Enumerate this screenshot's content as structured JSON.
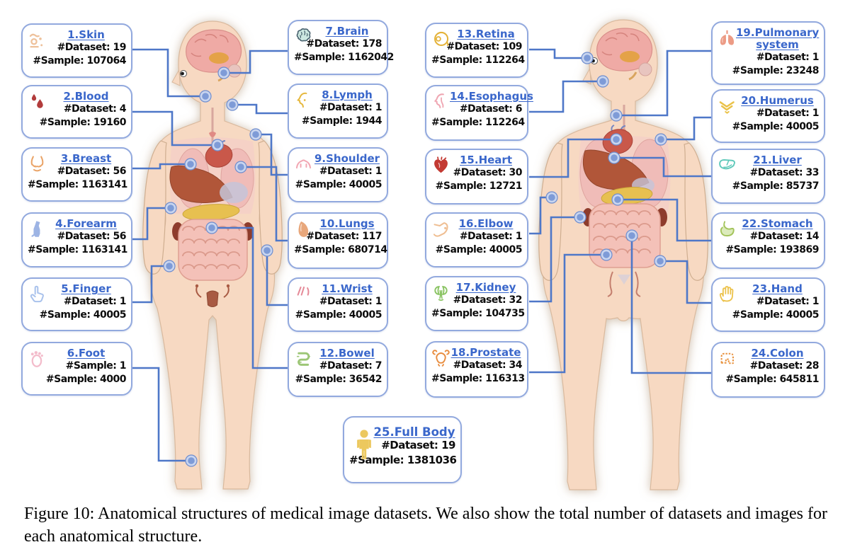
{
  "figure": {
    "caption": "Figure 10: Anatomical structures of medical image datasets. We also show the total number of datasets and images for each anatomical structure."
  },
  "colors": {
    "box_border": "#92a9de",
    "title_blue": "#3a67cb",
    "connector": "#4e77c8",
    "dot_outer": "#c9d5ef",
    "dot_inner": "#7e9bd7",
    "dot_ring": "#6d8cce",
    "skin": "#f7d9c2"
  },
  "boxes": [
    {
      "label": "1.Skin",
      "icon": "skin-icon",
      "icon_color": "#eec19b",
      "stats": [
        "#Dataset: 19",
        "#Sample: 107064"
      ]
    },
    {
      "label": "2.Blood",
      "icon": "blood-icon",
      "icon_color": "#b23c3c",
      "stats": [
        "#Dataset: 4",
        "#Sample: 19160"
      ]
    },
    {
      "label": "3.Breast",
      "icon": "breast-icon",
      "icon_color": "#eaa468",
      "stats": [
        "#Dataset: 56",
        "#Sample: 1163141"
      ]
    },
    {
      "label": "4.Forearm",
      "icon": "forearm-icon",
      "icon_color": "#9db4e4",
      "stats": [
        "#Dataset: 56",
        "#Sample: 1163141"
      ]
    },
    {
      "label": "5.Finger",
      "icon": "finger-icon",
      "icon_color": "#a9c2ec",
      "stats": [
        "#Dataset: 1",
        "#Sample: 40005"
      ]
    },
    {
      "label": "6.Foot",
      "icon": "foot-icon",
      "icon_color": "#f3bccb",
      "stats": [
        "#Sample: 1",
        "#Sample: 4000"
      ]
    },
    {
      "label": "7.Brain",
      "icon": "brain-icon",
      "icon_color": "#7fb0ad",
      "stats": [
        "#Dataset: 178",
        "#Sample: 1162042"
      ]
    },
    {
      "label": "8.Lymph",
      "icon": "lymph-icon",
      "icon_color": "#e6b83e",
      "stats": [
        "#Dataset: 1",
        "#Sample: 1944"
      ]
    },
    {
      "label": "9.Shoulder",
      "icon": "shoulder-icon",
      "icon_color": "#f2a8b4",
      "stats": [
        "#Dataset: 1",
        "#Sample: 40005"
      ]
    },
    {
      "label": "10.Lungs",
      "icon": "lungs-icon",
      "icon_color": "#e8a77b",
      "stats": [
        "#Dataset: 117",
        "#Sample: 680714"
      ]
    },
    {
      "label": "11.Wrist",
      "icon": "wrist-icon",
      "icon_color": "#e58a98",
      "stats": [
        "#Dataset: 1",
        "#Sample: 40005"
      ]
    },
    {
      "label": "12.Bowel",
      "icon": "bowel-icon",
      "icon_color": "#9cc676",
      "stats": [
        "#Dataset: 7",
        "#Sample: 36542"
      ]
    },
    {
      "label": "13.Retina",
      "icon": "retina-icon",
      "icon_color": "#e4b238",
      "stats": [
        "#Dataset: 109",
        "#Sample: 112264"
      ]
    },
    {
      "label": "14.Esophagus",
      "icon": "esophagus-icon",
      "icon_color": "#efa6b2",
      "stats": [
        "#Dataset: 6",
        "#Sample: 112264"
      ]
    },
    {
      "label": "15.Heart",
      "icon": "heart-icon",
      "icon_color": "#c33a33",
      "stats": [
        "#Dataset: 30",
        "#Sample: 12721"
      ]
    },
    {
      "label": "16.Elbow",
      "icon": "elbow-icon",
      "icon_color": "#efbe92",
      "stats": [
        "#Dataset: 1",
        "#Sample: 40005"
      ]
    },
    {
      "label": "17.Kidney",
      "icon": "kidney-icon",
      "icon_color": "#8bc464",
      "stats": [
        "#Dataset: 32",
        "#Sample: 104735"
      ]
    },
    {
      "label": "18.Prostate",
      "icon": "prostate-icon",
      "icon_color": "#e88c3e",
      "stats": [
        "#Dataset: 34",
        "#Sample: 116313"
      ]
    },
    {
      "label": "19.Pulmonary system",
      "icon": "pulmonary-system-icon",
      "icon_color": "#ec9b85",
      "stats": [
        "#Dataset: 1",
        "#Sample: 23248"
      ]
    },
    {
      "label": "20.Humerus",
      "icon": "humerus-icon",
      "icon_color": "#eac24a",
      "stats": [
        "#Dataset: 1",
        "#Sample: 40005"
      ]
    },
    {
      "label": "21.Liver",
      "icon": "liver-icon",
      "icon_color": "#5fc9ba",
      "stats": [
        "#Dataset: 33",
        "#Sample: 85737"
      ]
    },
    {
      "label": "22.Stomach",
      "icon": "stomach-icon",
      "icon_color": "#a3c35b",
      "stats": [
        "#Dataset: 14",
        "#Sample: 193869"
      ]
    },
    {
      "label": "23.Hand",
      "icon": "hand-icon",
      "icon_color": "#ecc24b",
      "stats": [
        "#Dataset: 1",
        "#Sample: 40005"
      ]
    },
    {
      "label": "24.Colon",
      "icon": "colon-icon",
      "icon_color": "#e8923f",
      "stats": [
        "#Dataset: 28",
        "#Sample: 645811"
      ]
    },
    {
      "label": "25.Full Body",
      "icon": "full-body-icon",
      "icon_color": "#ecc85e",
      "stats": [
        "#Dataset: 19",
        "#Sample: 1381036"
      ]
    }
  ]
}
